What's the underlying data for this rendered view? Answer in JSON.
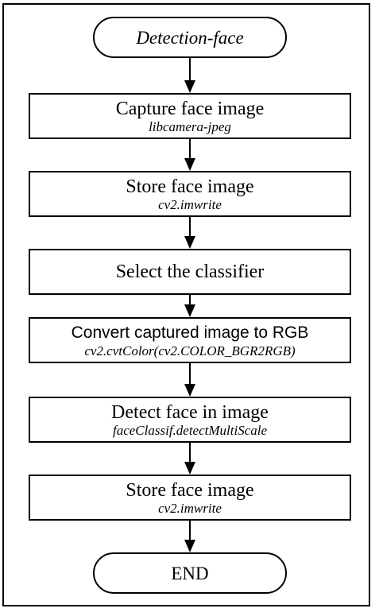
{
  "flowchart": {
    "start": "Detection-face",
    "steps": [
      {
        "title": "Capture face image",
        "code": "libcamera-jpeg"
      },
      {
        "title": "Store face image",
        "code": "cv2.imwrite"
      },
      {
        "title": "Select the classifier",
        "code": ""
      },
      {
        "title": "Convert captured image to RGB",
        "code": "cv2.cvtColor(cv2.COLOR_BGR2RGB)"
      },
      {
        "title": "Detect face in image",
        "code": "faceClassif.detectMultiScale"
      },
      {
        "title": "Store face image",
        "code": "cv2.imwrite"
      }
    ],
    "end": "END"
  }
}
